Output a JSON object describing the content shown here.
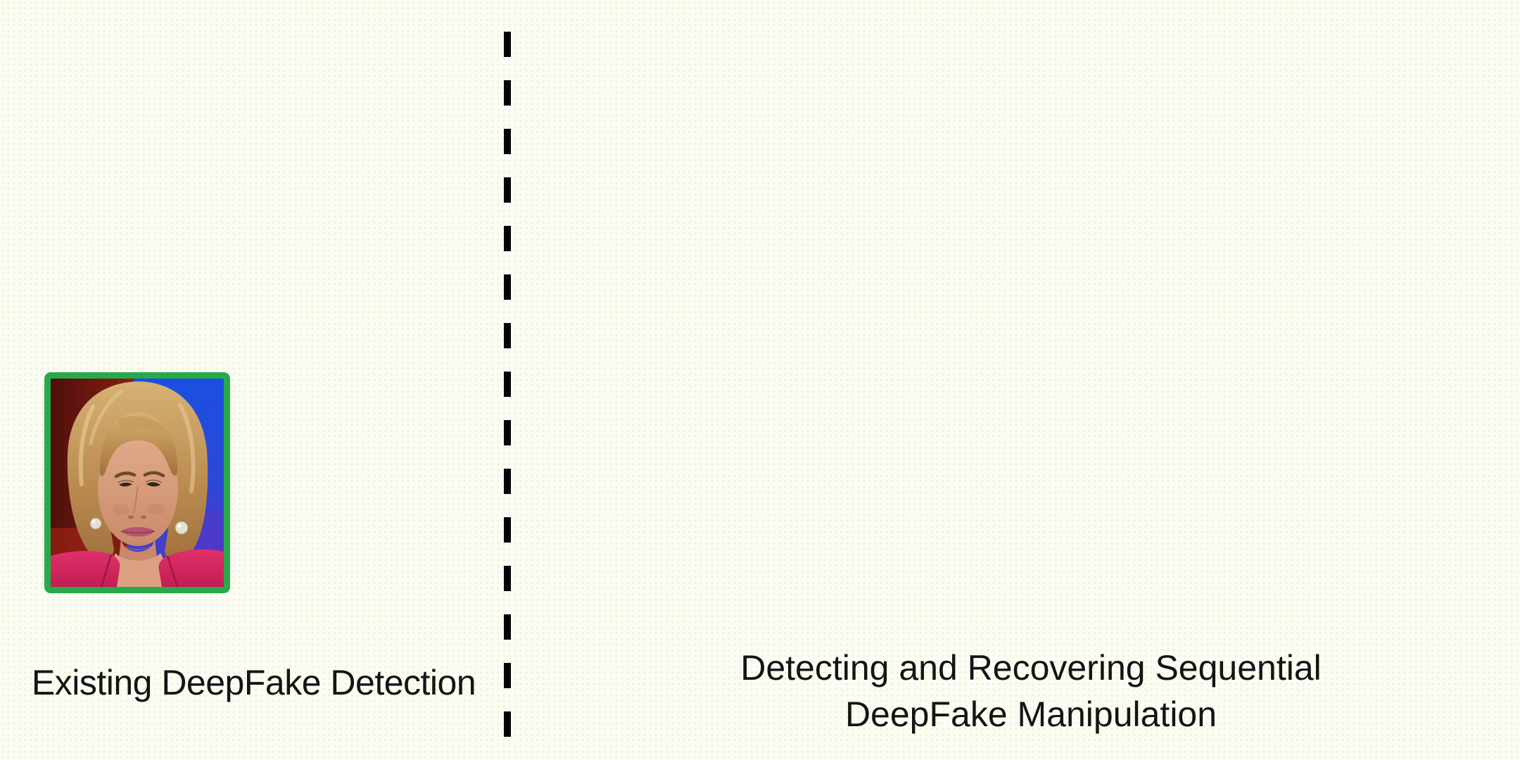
{
  "left_panel": {
    "caption": "Existing DeepFake Detection",
    "photo": {
      "description": "woman-portrait-with-green-frame",
      "border_color": "#28aa4b"
    }
  },
  "right_panel": {
    "title_lines": [
      "Detecting and Recovering Sequential",
      "DeepFake Manipulation"
    ]
  },
  "divider": {
    "style": "vertical-dashed-line",
    "color": "#050505"
  },
  "colors": {
    "background": "#fcfcf6",
    "text": "#141414"
  }
}
